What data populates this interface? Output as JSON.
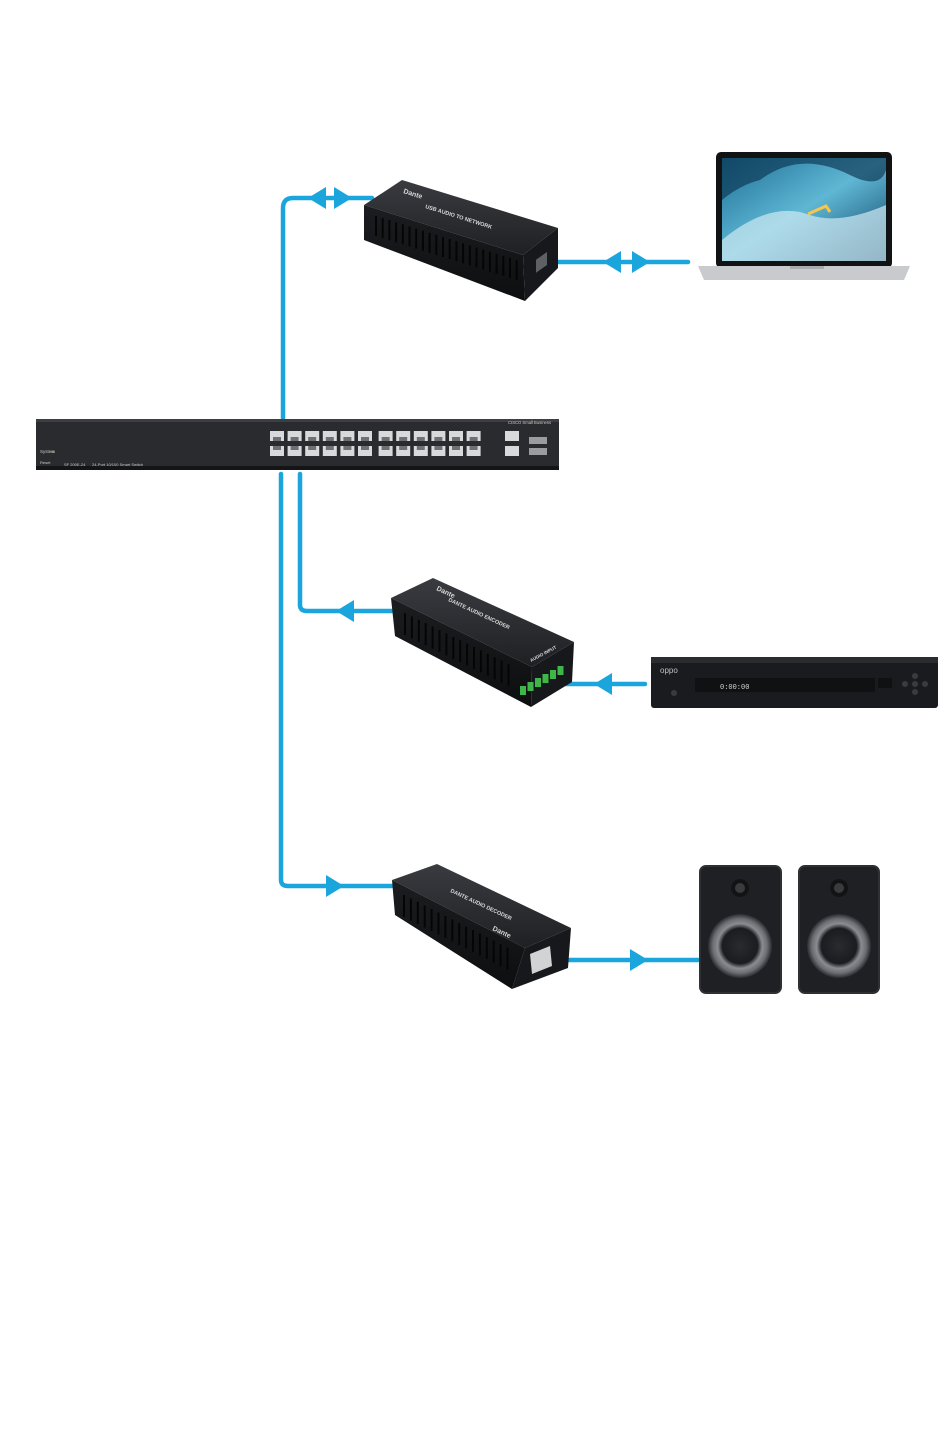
{
  "colors": {
    "link": "#1aa6dc",
    "device_body": "#1e1f22",
    "device_top": "#2b2c30",
    "switch_face": "#2a2b2f",
    "port": "#d8d9db",
    "terminal_green": "#3fb54a",
    "speaker_cone": "#7b7d82"
  },
  "switch": {
    "brand": "CISCO Small Business",
    "model": "SF 200E-24",
    "description": "24-Port 10/100 Smart Switch",
    "system_label": "System",
    "reset_label": "Reset"
  },
  "devices": {
    "usb_adapter": {
      "brand": "Dante",
      "label": "USB AUDIO TO NETWORK"
    },
    "encoder": {
      "brand": "Dante",
      "label": "DANTE AUDIO ENCODER",
      "input_label": "AUDIO INPUT"
    },
    "decoder": {
      "brand": "Dante",
      "label": "DANTE AUDIO DECODER"
    },
    "player": {
      "brand": "oppo",
      "display": "0:00:00"
    }
  }
}
